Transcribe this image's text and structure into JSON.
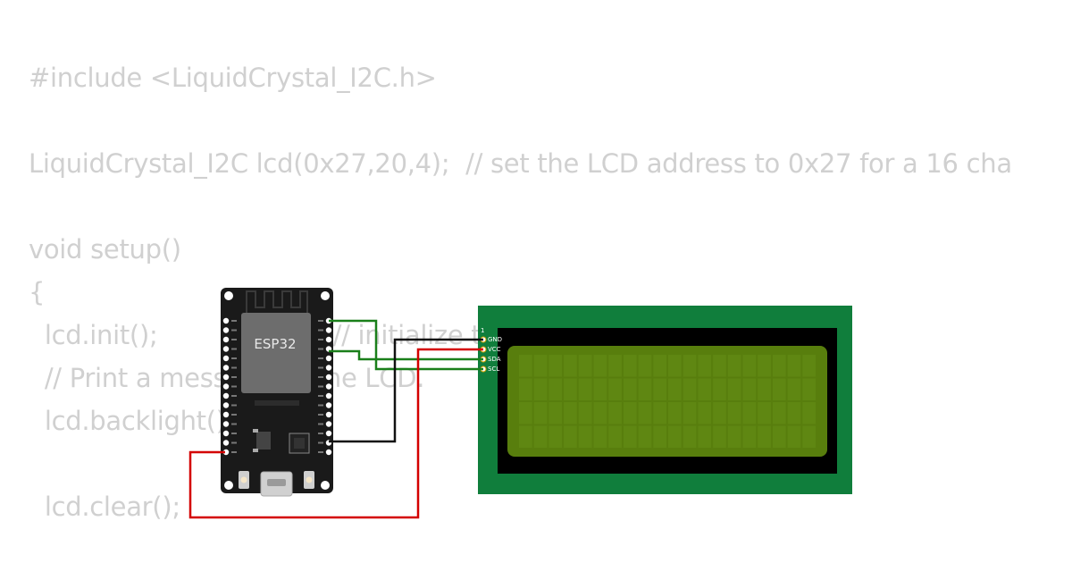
{
  "code": {
    "lines": [
      "#include <LiquidCrystal_I2C.h>",
      "",
      "LiquidCrystal_I2C lcd(0x27,20,4);  // set the LCD address to 0x27 for a 16 cha",
      "",
      "void setup()",
      "{",
      "  lcd.init();                      // initialize t",
      "  // Print a message to the LCD.",
      "  lcd.backlight();",
      "",
      "  lcd.clear();"
    ]
  },
  "esp32": {
    "chip_label": "ESP32"
  },
  "lcd": {
    "pin_numbers": [
      "1"
    ],
    "pins": [
      "GND",
      "VCC",
      "SDA",
      "SCL"
    ]
  },
  "colors": {
    "code_text": "#d0d0d0",
    "board": "#1a1a1a",
    "module": "#6d6d6d",
    "lcd_pcb": "#107e3c",
    "lcd_bezel": "#000000",
    "lcd_screen": "#587e0d",
    "wire_gnd": "#111111",
    "wire_vcc": "#d40000",
    "wire_sda": "#1a7f1a",
    "wire_scl": "#1a7f1a"
  }
}
